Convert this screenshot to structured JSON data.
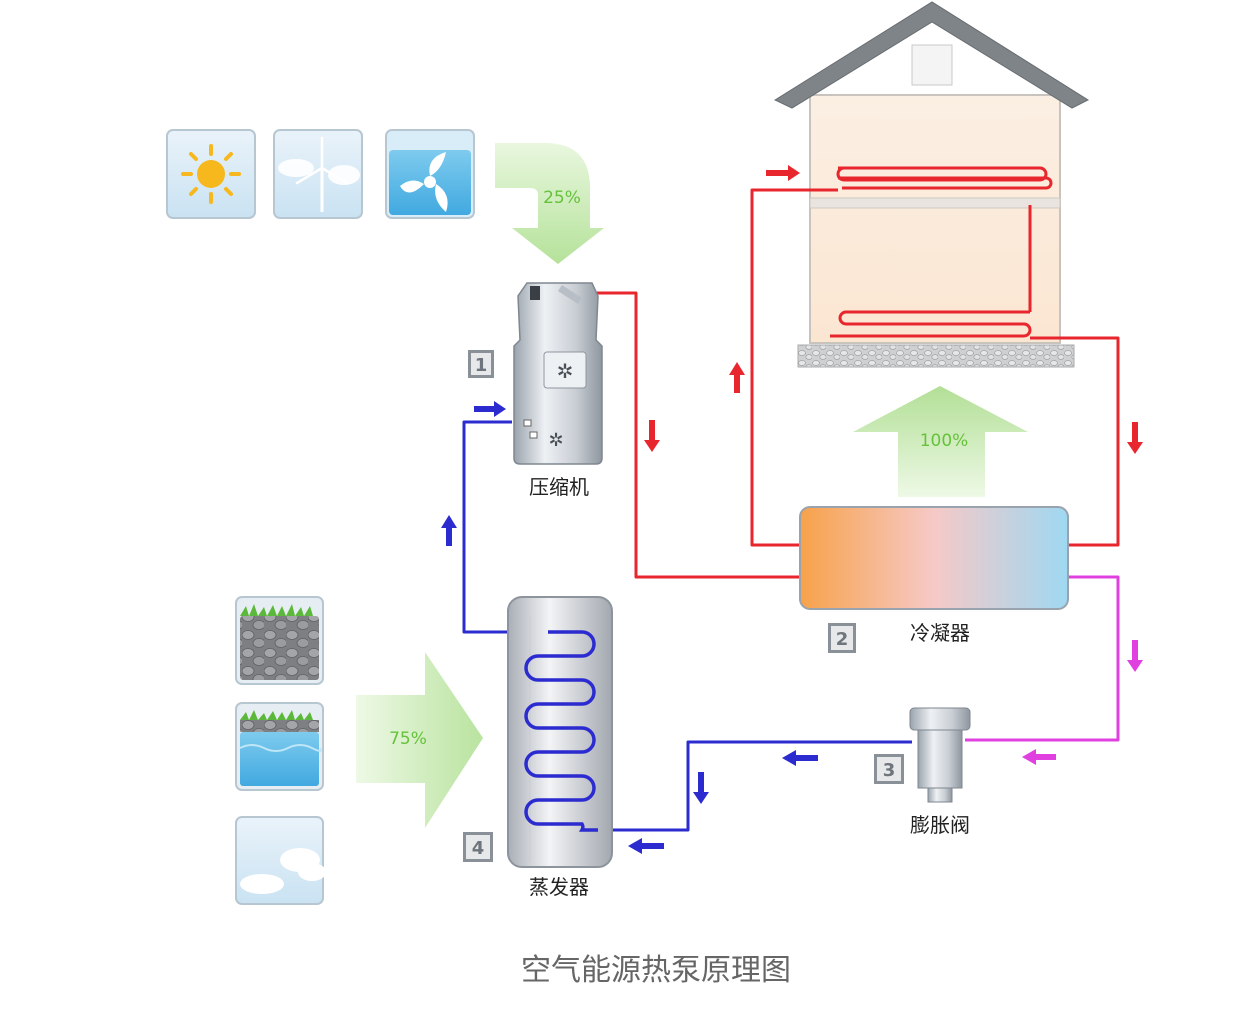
{
  "caption": "空气能源热泵原理图",
  "inputs": {
    "top_percent": "25%",
    "bottom_percent": "75%",
    "output_percent": "100%"
  },
  "components": {
    "compressor": {
      "number": "1",
      "label": "压缩机"
    },
    "condenser": {
      "number": "2",
      "label": "冷凝器"
    },
    "expansion_valve": {
      "number": "3",
      "label": "膨胀阀"
    },
    "evaporator": {
      "number": "4",
      "label": "蒸发器"
    }
  },
  "icons": {
    "energy_sources_top": [
      "sun-icon",
      "wind-turbine-icon",
      "fan-icon"
    ],
    "energy_sources_bottom": [
      "ground-soil-icon",
      "water-icon",
      "sky-cloud-icon"
    ]
  },
  "colors": {
    "hot_line": "#e8262d",
    "cold_line": "#2b2bd0",
    "mid_line": "#e040e0",
    "green_arrow": "#c9ecb0",
    "percent_text": "#66c23a"
  }
}
